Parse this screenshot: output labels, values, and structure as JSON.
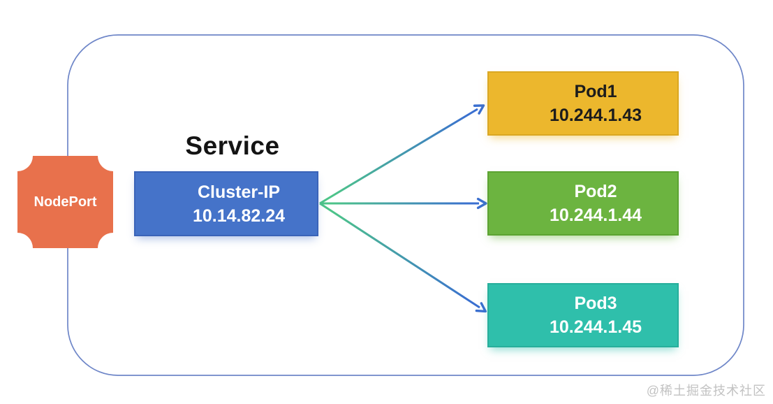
{
  "title": {
    "text": "Service"
  },
  "cluster": {
    "border_color": "#6E86C8"
  },
  "nodeport": {
    "label": "NodePort",
    "fill": "#E8714C",
    "text_color": "#FFFFFF"
  },
  "service": {
    "name": "Cluster-IP",
    "ip": "10.14.82.24",
    "fill": "#4573C9",
    "border": "#3A63B8",
    "text_color": "#FFFFFF"
  },
  "pods": [
    {
      "name": "Pod1",
      "ip": "10.244.1.43",
      "fill": "#ECB72D",
      "border": "#DAA723",
      "text_color": "#1C1C1C"
    },
    {
      "name": "Pod2",
      "ip": "10.244.1.44",
      "fill": "#6CB440",
      "border": "#5CA332",
      "text_color": "#FFFFFF"
    },
    {
      "name": "Pod3",
      "ip": "10.244.1.45",
      "fill": "#2FBFAB",
      "border": "#27AE9B",
      "text_color": "#FFFFFF"
    }
  ],
  "arrows": {
    "start_color": "#4DC489",
    "end_color": "#3A6FD0"
  },
  "watermark": {
    "text": "@稀土掘金技术社区",
    "color": "#C2C2C2"
  }
}
